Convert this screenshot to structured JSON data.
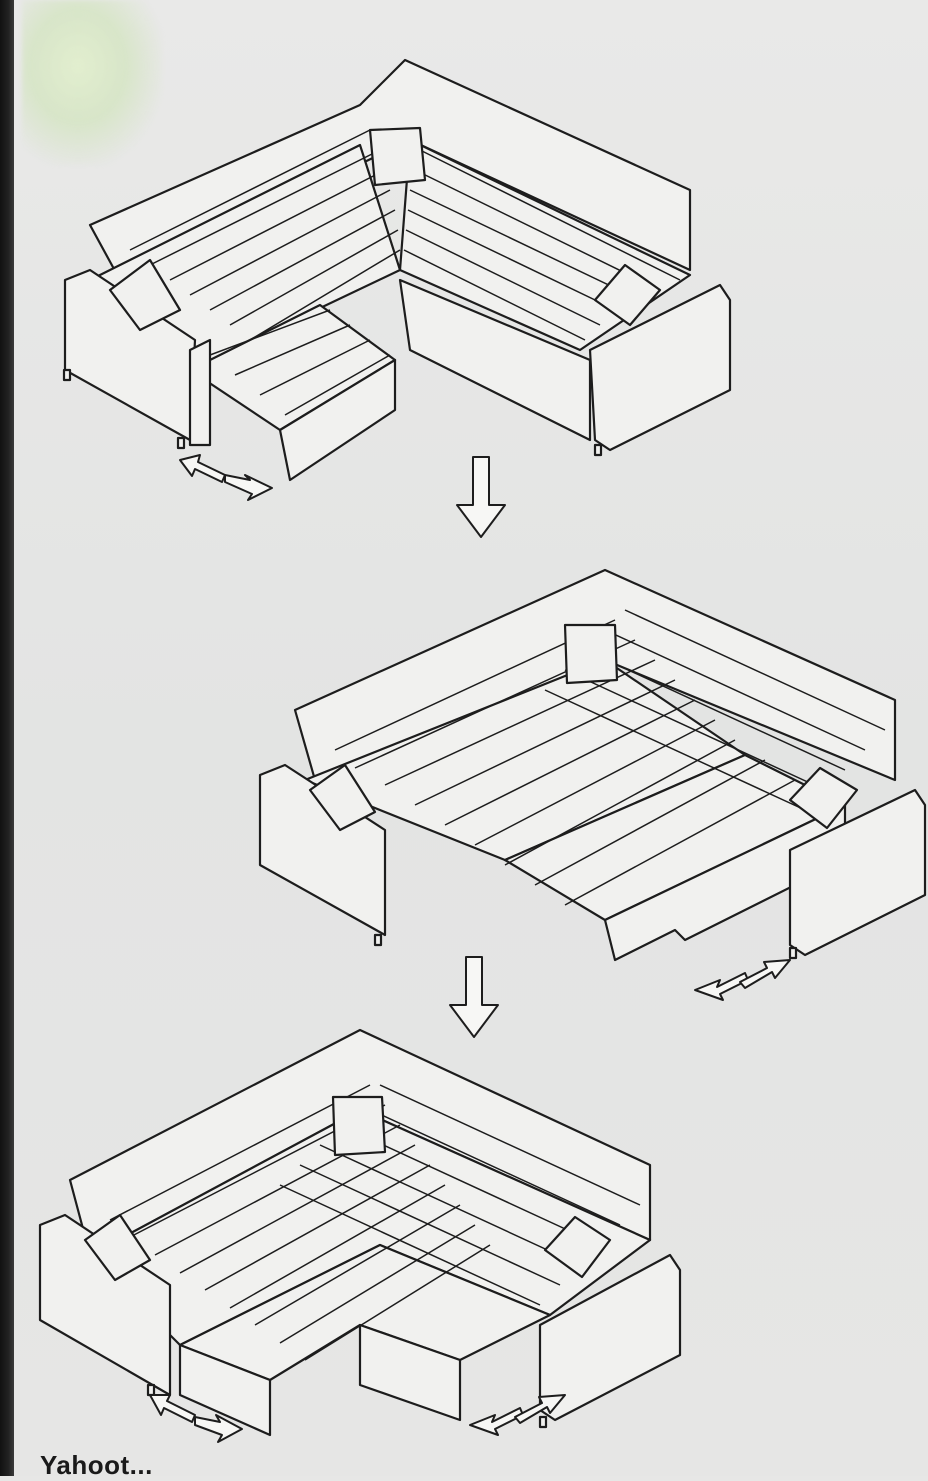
{
  "caption": {
    "text": "Yahoot..."
  },
  "steps": [
    {
      "id": "step-1",
      "state": "chaise-extended"
    },
    {
      "id": "step-2",
      "state": "bed-partially-extended"
    },
    {
      "id": "step-3",
      "state": "bed-fully-extended"
    }
  ],
  "icons": {
    "pull_arrow": "double-arrow-icon",
    "down_arrow": "down-arrow-icon",
    "pillow": "pillow-icon"
  },
  "colors": {
    "background": "#e7e7e6",
    "line": "#1d1d1d",
    "fill": "#f1f1ef"
  }
}
